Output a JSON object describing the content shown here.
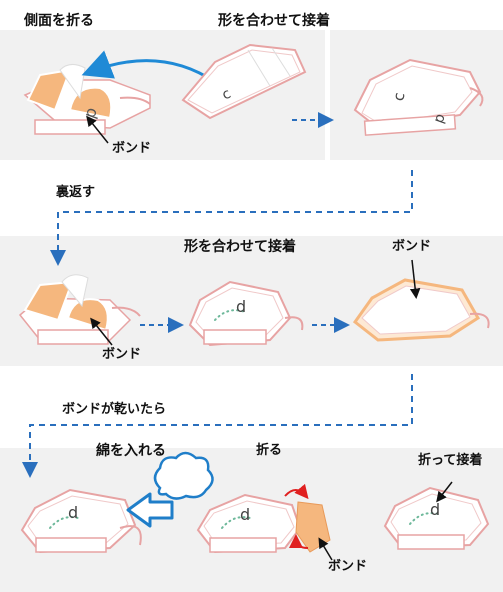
{
  "labels": {
    "fold_sides": "側面を折る",
    "align_glue_top": "形を合わせて接着",
    "bond_row1": "ボンド",
    "turn_over": "裏返す",
    "align_glue_mid": "形を合わせて接着",
    "bond_row2_left": "ボンド",
    "bond_row2_right": "ボンド",
    "after_bond_dries": "ボンドが乾いたら",
    "insert_cotton": "綿を入れる",
    "fold": "折る",
    "fold_and_glue": "折って接着",
    "bond_row3": "ボンド"
  },
  "piece_letters": {
    "c": "c",
    "d": "d"
  },
  "colors": {
    "arrow_blue": "#1f7ec9",
    "dash_blue": "#2a6fbd",
    "fold_red": "#e02020",
    "piece_pink": "#e7a3a3",
    "piece_orange": "#f5b77e",
    "dots_green": "#6db89a"
  }
}
